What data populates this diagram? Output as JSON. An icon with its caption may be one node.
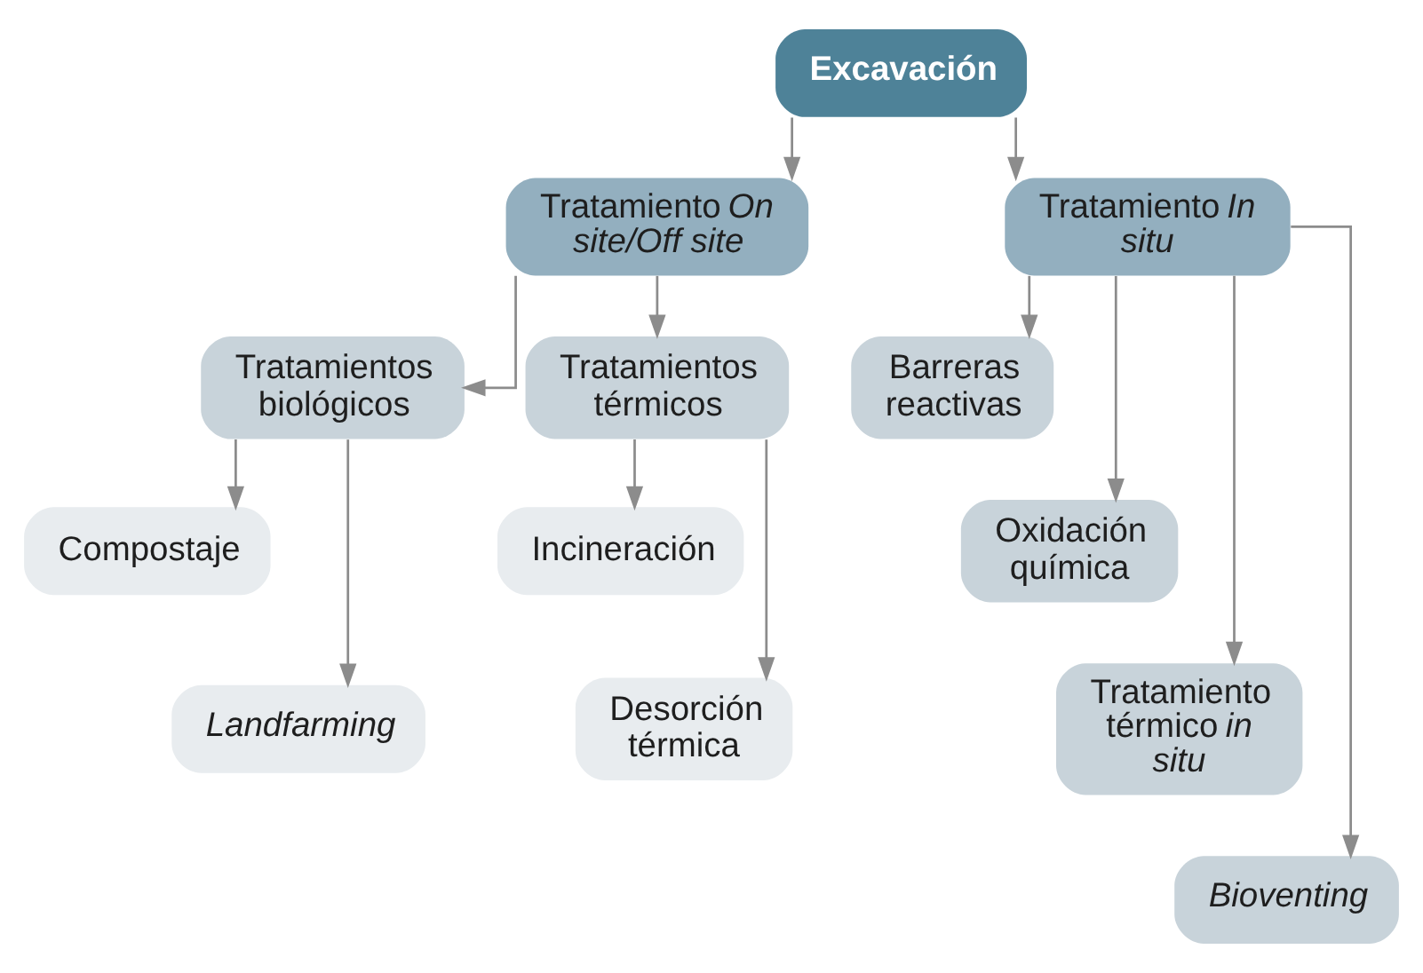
{
  "diagram": {
    "nodes": [
      {
        "text": [
          "Excavación"
        ]
      },
      {
        "text": [
          "Tratamiento *On site/Off site*"
        ]
      },
      {
        "text": [
          "Tratamiento *In situ*"
        ]
      },
      {
        "text": [
          "Tratamientos biológicos"
        ]
      },
      {
        "text": [
          "Tratamientos térmicos"
        ]
      },
      {
        "text": [
          "Compostaje"
        ]
      },
      {
        "text": [
          "*Landfarming*"
        ]
      },
      {
        "text": [
          "Incineración"
        ]
      },
      {
        "text": [
          "Desorción térmica"
        ]
      },
      {
        "text": [
          "Barreras reactivas"
        ]
      },
      {
        "text": [
          "Oxidación química"
        ]
      },
      {
        "text": [
          "Tratamiento térmico *in situ*"
        ]
      },
      {
        "text": [
          "*Bioventing*"
        ]
      }
    ],
    "edges": [
      {
        "from": 0,
        "to": 1,
        "arrow": "to"
      },
      {
        "from": 0,
        "to": 2,
        "arrow": "to"
      },
      {
        "from": 1,
        "to": 3,
        "arrow": "to"
      },
      {
        "from": 1,
        "to": 4,
        "arrow": "to"
      },
      {
        "from": 3,
        "to": 5,
        "arrow": "to"
      },
      {
        "from": 3,
        "to": 6,
        "arrow": "to"
      },
      {
        "from": 4,
        "to": 7,
        "arrow": "to"
      },
      {
        "from": 4,
        "to": 8,
        "arrow": "to"
      },
      {
        "from": 2,
        "to": 9,
        "arrow": "to"
      },
      {
        "from": 2,
        "to": 10,
        "arrow": "to"
      },
      {
        "from": 2,
        "to": 11,
        "arrow": "to"
      },
      {
        "from": 2,
        "to": 12,
        "arrow": "to"
      }
    ]
  }
}
